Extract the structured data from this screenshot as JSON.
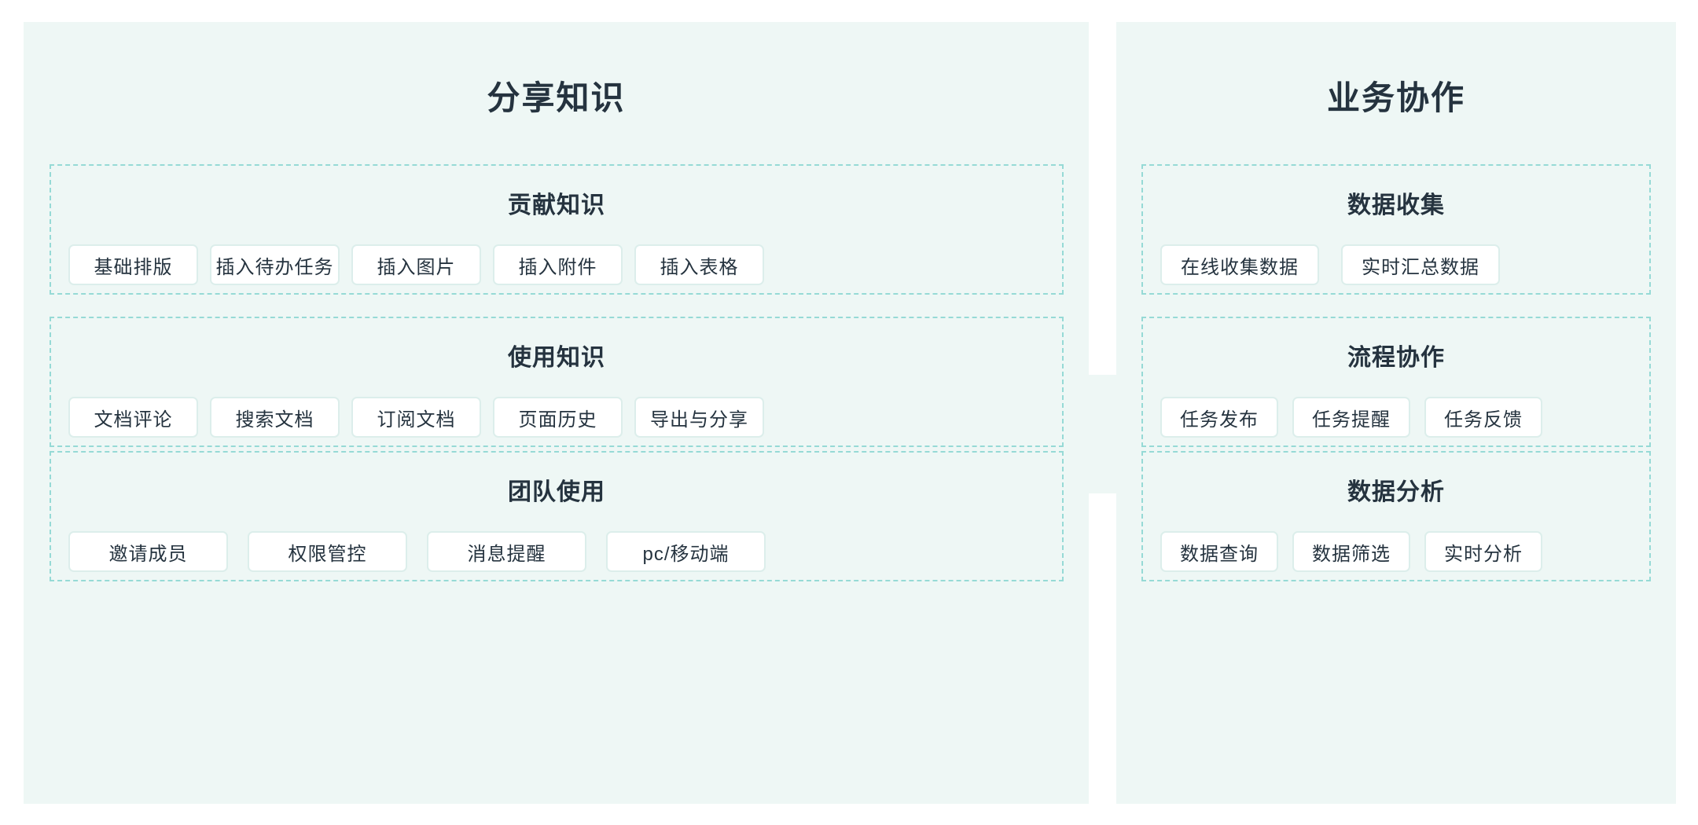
{
  "theme": {
    "page_background": "#ffffff",
    "panel_background": "#eef7f5",
    "dashed_border": "#96dad6",
    "chip_border": "#dceeeb",
    "chip_background": "#ffffff",
    "text_color": "#25333f"
  },
  "panels": [
    {
      "id": "share-knowledge",
      "title": "分享知识",
      "sections": [
        {
          "id": "contribute-knowledge",
          "title": "贡献知识",
          "chips": [
            "基础排版",
            "插入待办任务",
            "插入图片",
            "插入附件",
            "插入表格"
          ]
        },
        {
          "id": "use-knowledge",
          "title": "使用知识",
          "chips": [
            "文档评论",
            "搜索文档",
            "订阅文档",
            "页面历史",
            "导出与分享"
          ]
        },
        {
          "id": "team-usage",
          "title": "团队使用",
          "chips": [
            "邀请成员",
            "权限管控",
            "消息提醒",
            "pc/移动端"
          ]
        }
      ]
    },
    {
      "id": "business-collaboration",
      "title": "业务协作",
      "sections": [
        {
          "id": "data-collection",
          "title": "数据收集",
          "chips": [
            "在线收集数据",
            "实时汇总数据"
          ]
        },
        {
          "id": "process-collaboration",
          "title": "流程协作",
          "chips": [
            "任务发布",
            "任务提醒",
            "任务反馈"
          ]
        },
        {
          "id": "data-analysis",
          "title": "数据分析",
          "chips": [
            "数据查询",
            "数据筛选",
            "实时分析"
          ]
        }
      ]
    }
  ]
}
